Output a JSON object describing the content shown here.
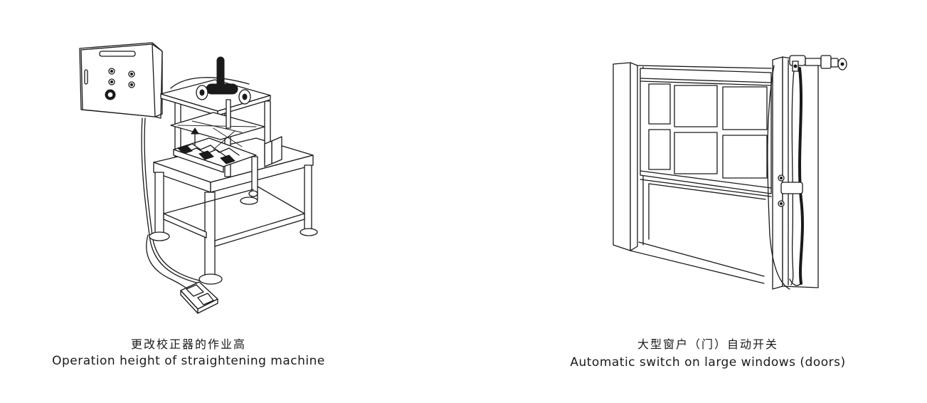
{
  "figures": [
    {
      "caption_cn": "更改校正器的作业高",
      "caption_en": "Operation height of straightening machine",
      "illustration": "straightening-machine-illustration"
    },
    {
      "caption_cn": "大型窗户（门）自动开关",
      "caption_en": "Automatic switch on large windows (doors)",
      "illustration": "window-switch-illustration"
    }
  ],
  "colors": {
    "line": "#1a1a1a",
    "background": "#ffffff"
  }
}
